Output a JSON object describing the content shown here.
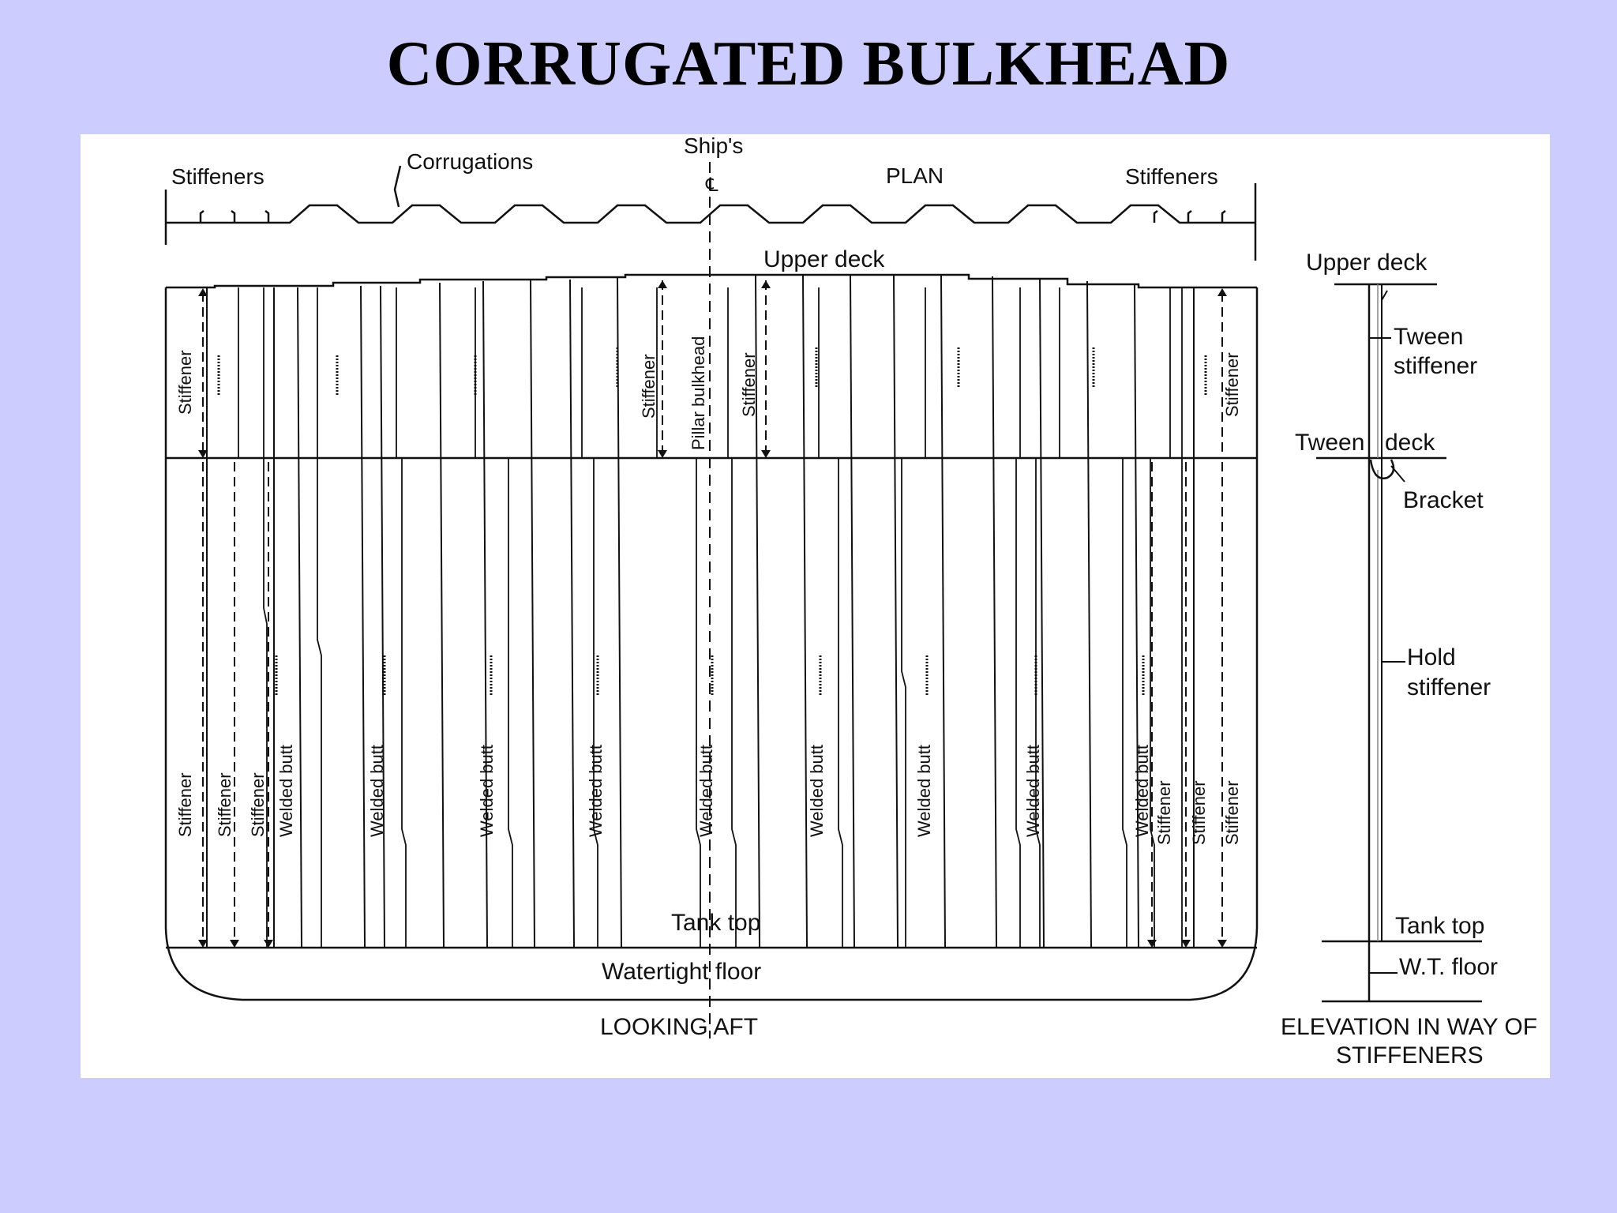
{
  "title": "CORRUGATED BULKHEAD",
  "plan": {
    "stiffeners_left": "Stiffeners",
    "corrugations": "Corrugations",
    "ships_cl": "Ship's",
    "cl_symbol": "℄",
    "plan": "PLAN",
    "stiffeners_right": "Stiffeners"
  },
  "elevation": {
    "upper_deck": "Upper deck",
    "pillar_bulkhead": "Pillar bulkhead",
    "stiffener": "Stiffener",
    "welded_butt": "Welded butt",
    "tank_top": "Tank top",
    "watertight_floor": "Watertight floor",
    "looking_aft": "LOOKING AFT"
  },
  "side": {
    "upper_deck": "Upper deck",
    "tween_stiffener_1": "Tween",
    "tween_stiffener_2": "stiffener",
    "tween": "Tween",
    "deck": "deck",
    "bracket": "Bracket",
    "hold_stiffener_1": "Hold",
    "hold_stiffener_2": "stiffener",
    "tank_top": "Tank top",
    "wt_floor": "W.T. floor",
    "caption_1": "ELEVATION IN WAY OF",
    "caption_2": "STIFFENERS"
  }
}
